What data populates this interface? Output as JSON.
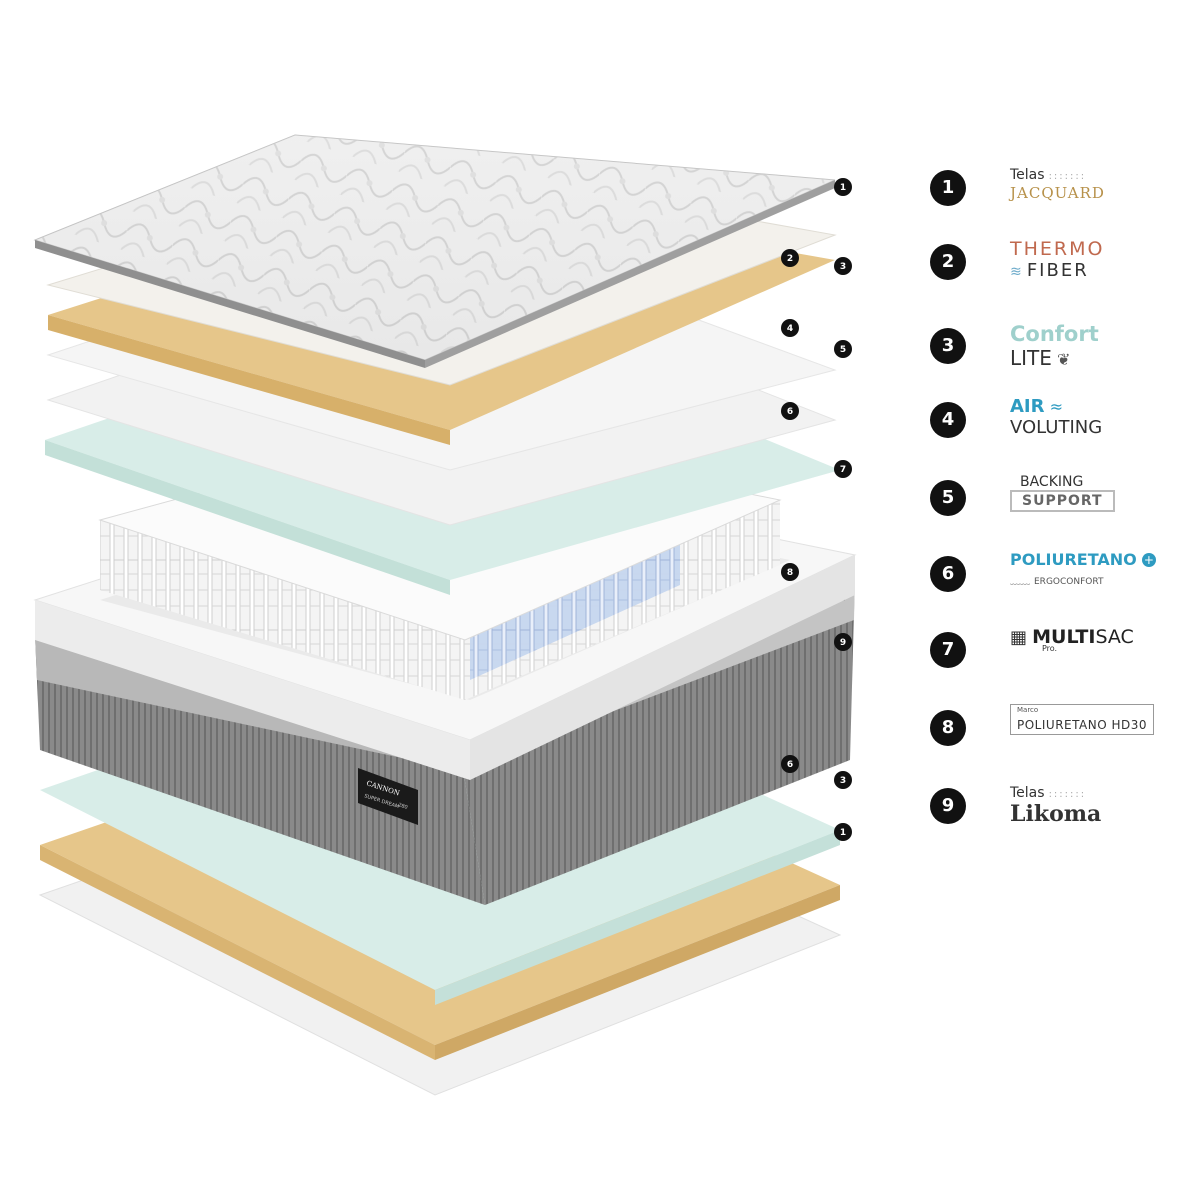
{
  "legend": [
    {
      "num": "1",
      "line1": "Telas",
      "line2": "JACQUARD"
    },
    {
      "num": "2",
      "line1": "THERMO",
      "line2": "FIBER"
    },
    {
      "num": "3",
      "line1": "Confort",
      "line2": "LITE"
    },
    {
      "num": "4",
      "line1": "AIR",
      "line2": "VOLUTING"
    },
    {
      "num": "5",
      "line1": "BACKING",
      "line2": "SUPPORT"
    },
    {
      "num": "6",
      "line1": "POLIURETANO",
      "line2": "ERGOCONFORT"
    },
    {
      "num": "7",
      "line1": "MULTI",
      "line1b": "SAC",
      "line2": "Pro."
    },
    {
      "num": "8",
      "line1": "Marco",
      "line2": "POLIURETANO HD30"
    },
    {
      "num": "9",
      "line1": "Telas",
      "line2": "Likoma"
    }
  ],
  "markers": [
    "1",
    "2",
    "3",
    "4",
    "5",
    "6",
    "7",
    "8",
    "9",
    "6",
    "3",
    "1"
  ],
  "brand_label": {
    "brand": "CANNON",
    "model": "SUPER DREAM",
    "size": "280"
  },
  "colors": {
    "quilted_cover": "#eeeeee",
    "fiber_layer": "#f3f3f3",
    "gold_foam": "#e6c68a",
    "white_foam": "#f0f0f0",
    "mint_foam": "#d8ede8",
    "springs": "#ffffff",
    "blue_springs": "#c6d6ef",
    "frame": "#f7f7f7",
    "grey_fabric": "#8c8c8c",
    "light_grey_fabric": "#cfcfcf"
  }
}
